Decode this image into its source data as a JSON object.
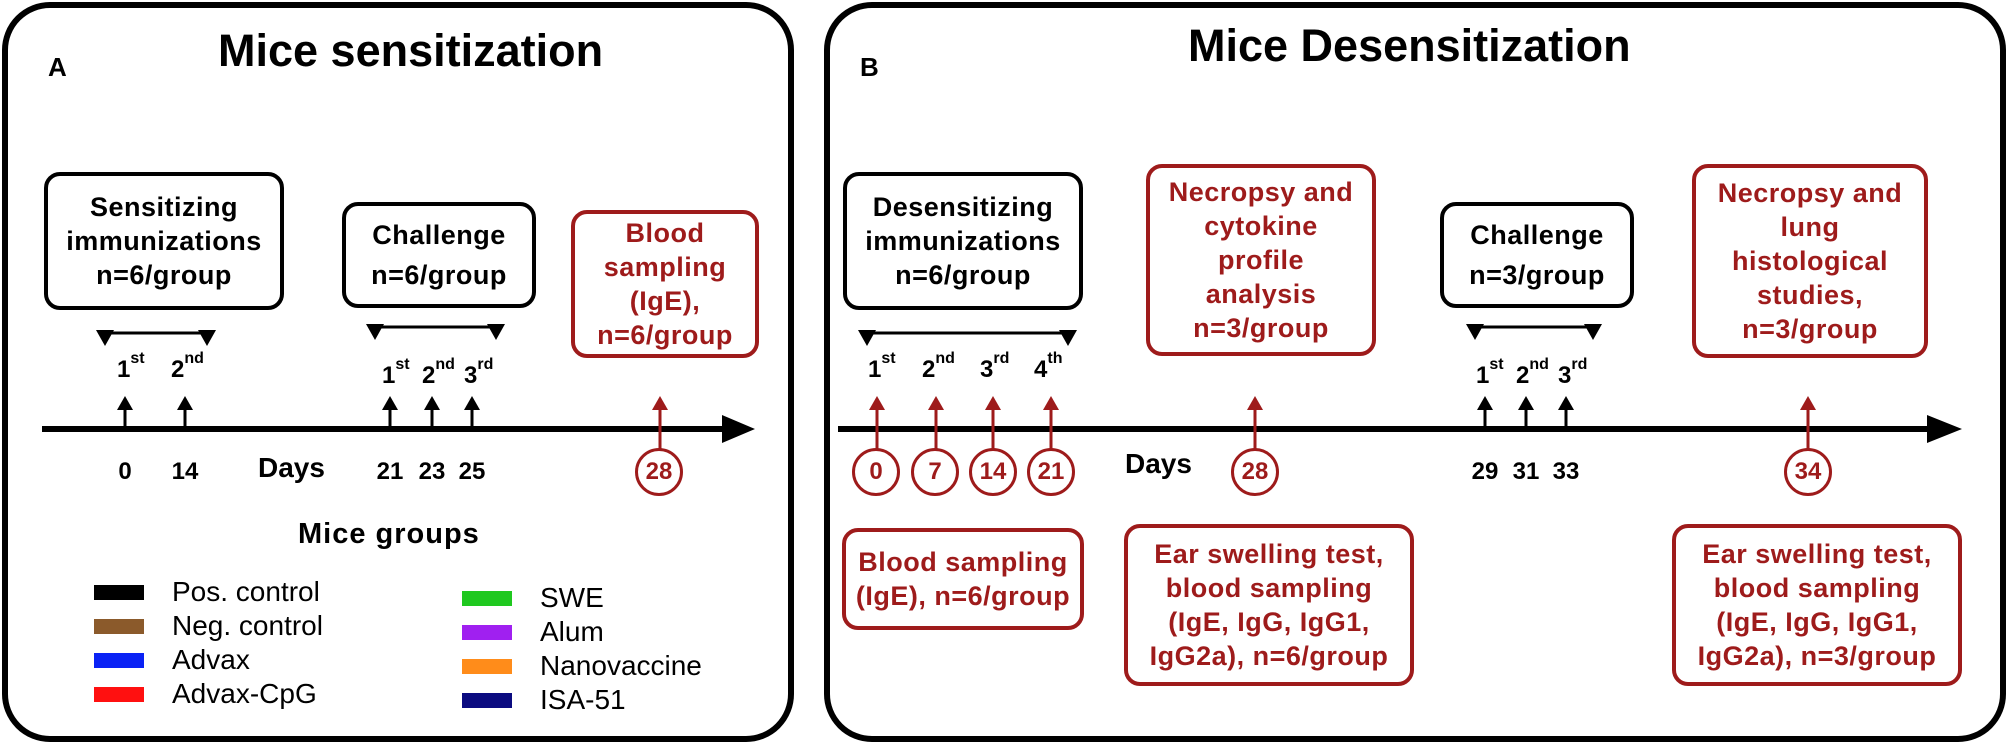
{
  "panel_a": {
    "letter": "A",
    "title": "Mice sensitization",
    "box_sensitizing": [
      "Sensitizing",
      "immunizations",
      "n=6/group"
    ],
    "box_challenge": [
      "Challenge",
      "n=6/group"
    ],
    "box_blood": [
      "Blood",
      "sampling",
      "(IgE),",
      "n=6/group"
    ],
    "ordinals_sens": [
      {
        "n": "1",
        "s": "st"
      },
      {
        "n": "2",
        "s": "nd"
      }
    ],
    "ordinals_chal": [
      {
        "n": "1",
        "s": "st"
      },
      {
        "n": "2",
        "s": "nd"
      },
      {
        "n": "3",
        "s": "rd"
      }
    ],
    "days": [
      "0",
      "14",
      "21",
      "23",
      "25"
    ],
    "days_label": "Days",
    "circle_day": "28",
    "legend_title": "Mice groups",
    "legend": [
      {
        "label": "Pos. control",
        "color": "#000000"
      },
      {
        "label": "Neg. control",
        "color": "#8b5a2b"
      },
      {
        "label": "Advax",
        "color": "#0a22f5"
      },
      {
        "label": "Advax-CpG",
        "color": "#ff1010"
      },
      {
        "label": "SWE",
        "color": "#1fc81f"
      },
      {
        "label": "Alum",
        "color": "#a020f0"
      },
      {
        "label": "Nanovaccine",
        "color": "#ff8c1a"
      },
      {
        "label": "ISA-51",
        "color": "#0b0b80"
      }
    ]
  },
  "panel_b": {
    "letter": "B",
    "title": "Mice Desensitization",
    "box_desens": [
      "Desensitizing",
      "immunizations",
      "n=6/group"
    ],
    "box_necropsy1": [
      "Necropsy and",
      "cytokine",
      "profile",
      "analysis",
      "n=3/group"
    ],
    "box_challenge": [
      "Challenge",
      "n=3/group"
    ],
    "box_necropsy2": [
      "Necropsy and",
      "lung",
      "histological",
      "studies,",
      "n=3/group"
    ],
    "box_blood1": [
      "Blood sampling",
      "(IgE), n=6/group"
    ],
    "box_ear1": [
      "Ear swelling test,",
      "blood sampling",
      "(IgE, IgG, IgG1,",
      "IgG2a), n=6/group"
    ],
    "box_ear2": [
      "Ear swelling test,",
      "blood sampling",
      "(IgE, IgG, IgG1,",
      "IgG2a), n=3/group"
    ],
    "ordinals_desens": [
      {
        "n": "1",
        "s": "st"
      },
      {
        "n": "2",
        "s": "nd"
      },
      {
        "n": "3",
        "s": "rd"
      },
      {
        "n": "4",
        "s": "th"
      }
    ],
    "ordinals_chal": [
      {
        "n": "1",
        "s": "st"
      },
      {
        "n": "2",
        "s": "nd"
      },
      {
        "n": "3",
        "s": "rd"
      }
    ],
    "circle_days": [
      "0",
      "7",
      "14",
      "21",
      "28",
      "34"
    ],
    "days": [
      "29",
      "31",
      "33"
    ],
    "days_label": "Days"
  },
  "colors": {
    "black": "#000000",
    "dark_red": "#9e1b1b"
  }
}
